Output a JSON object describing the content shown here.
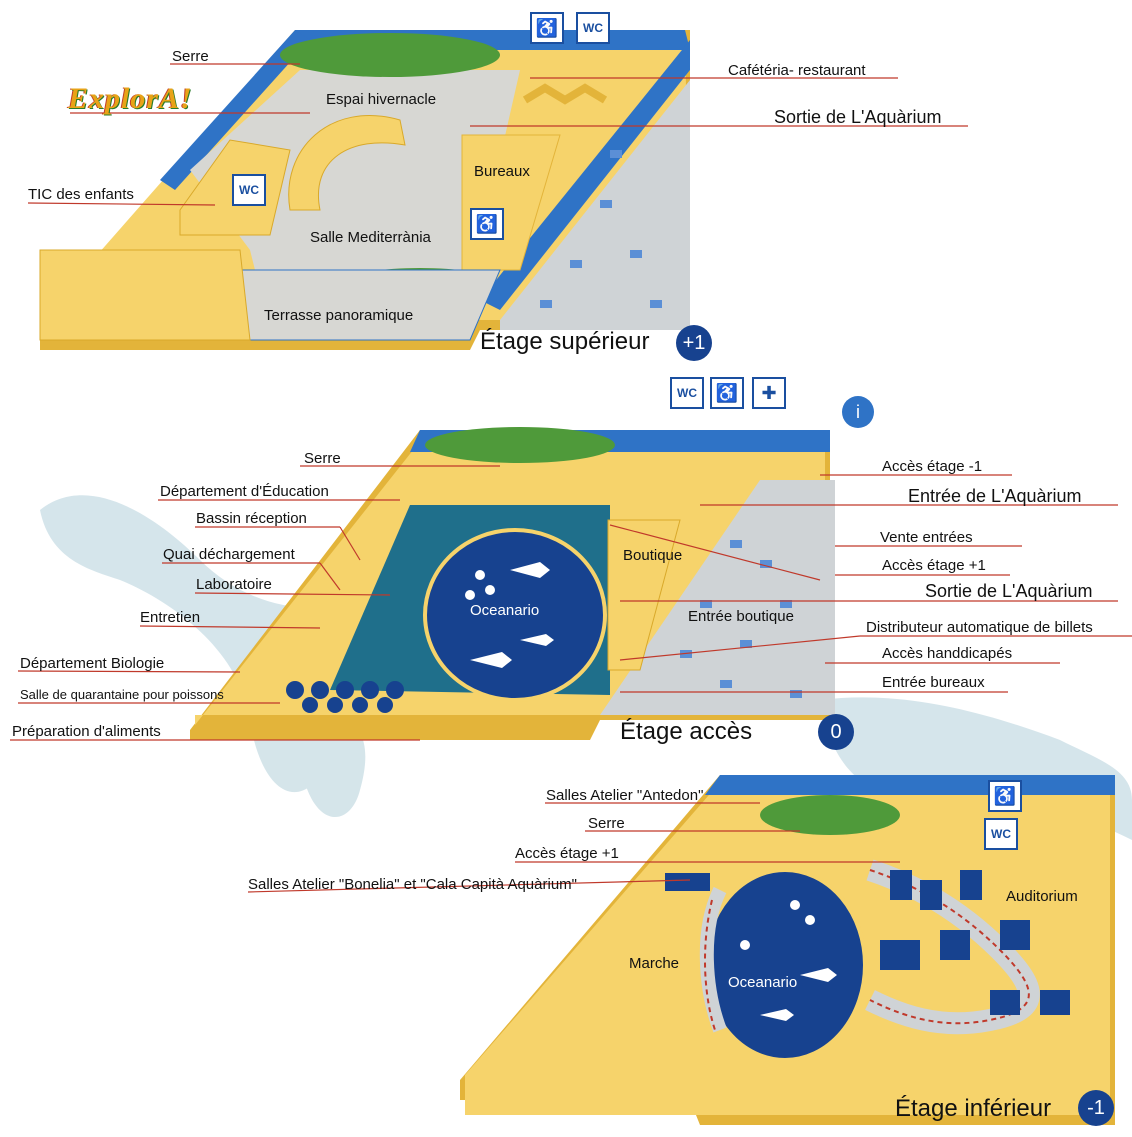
{
  "logo": "ExplorA!",
  "upper": {
    "floor": "Étage supérieur",
    "badge": "+1",
    "labels": {
      "serre": "Serre",
      "espai": "Espai hivernacle",
      "tic": "TIC des enfants",
      "salle": "Salle Mediterrània",
      "terrasse": "Terrasse panoramique",
      "bureaux": "Bureaux",
      "cafeteria": "Cafétéria- restaurant",
      "sortie": "Sortie de L'Aquàrium"
    }
  },
  "access": {
    "floor": "Étage accès",
    "badge": "0",
    "labels": {
      "serre": "Serre",
      "education": "Département d'Éducation",
      "bassin": "Bassin réception",
      "quai": "Quai déchargement",
      "labo": "Laboratoire",
      "entretien": "Entretien",
      "biologie": "Département Biologie",
      "quarantaine": "Salle de quarantaine pour poissons",
      "preparation": "Préparation d'aliments",
      "oceanario": "Oceanario",
      "boutique": "Boutique",
      "entree_boutique": "Entrée boutique",
      "acces_m1": "Accès étage -1",
      "entree": "Entrée de L'Aquàrium",
      "vente": "Vente entrées",
      "acces_p1": "Accès étage +1",
      "sortie": "Sortie de L'Aquàrium",
      "distributeur": "Distributeur automatique de billets",
      "handicapes": "Accès handdicapés",
      "bureaux": "Entrée bureaux"
    }
  },
  "lower": {
    "floor": "Étage inférieur",
    "badge": "-1",
    "labels": {
      "antedon": "Salles Atelier \"Antedon\"",
      "serre": "Serre",
      "acces_p1": "Accès étage +1",
      "bonelia": "Salles Atelier \"Bonelia\" et \"Cala Capità Aquàrium\"",
      "marche": "Marche",
      "oceanario": "Oceanario",
      "auditorium": "Auditorium"
    }
  },
  "icons": {
    "wc": "WC",
    "wheelchair": "wheelchair-icon",
    "firstaid": "first-aid-icon",
    "info": "info-icon"
  },
  "colors": {
    "yellow": "#f6d36b",
    "yellow_dark": "#e3b43a",
    "blue_edge": "#2f73c6",
    "navy": "#17428f",
    "teal": "#1f6f8b",
    "floor_grey": "#cfd3d6",
    "green": "#4f9a3a",
    "red_line": "#c0392b",
    "bg_wave": "#a9c9d6"
  }
}
